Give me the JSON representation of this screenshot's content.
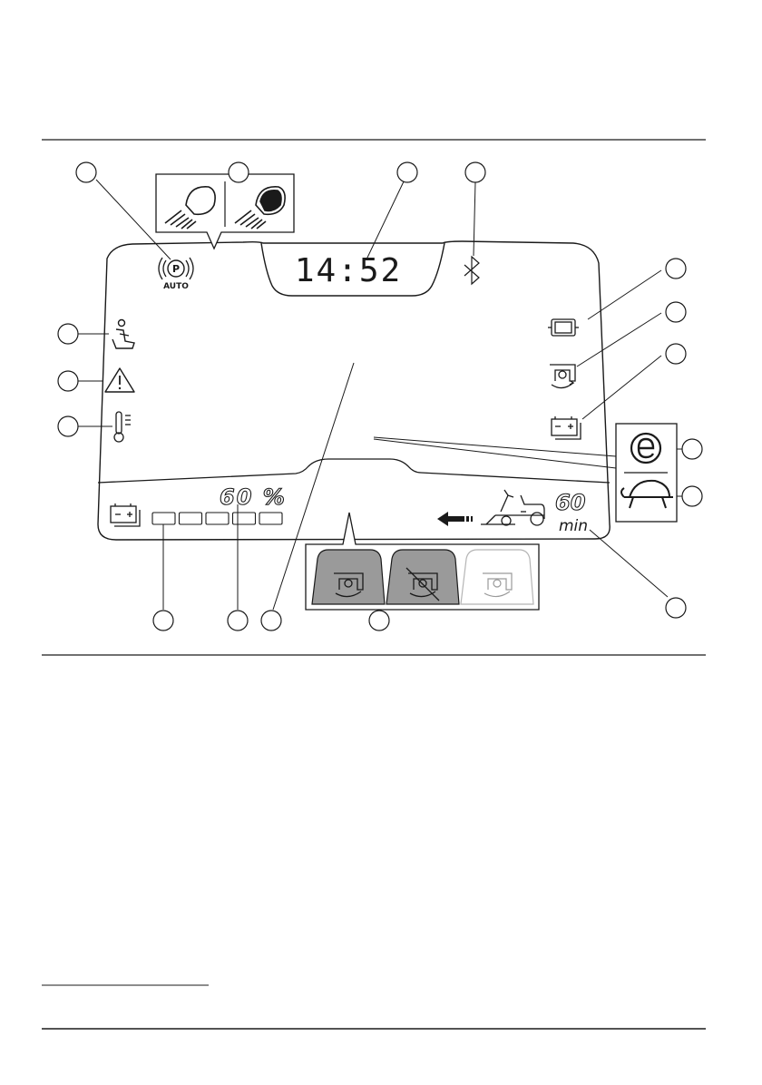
{
  "display": {
    "clock": "14:52",
    "battery_percent_label": "60 %",
    "battery_level": 0.6,
    "battery_segments_total": 5,
    "remaining_time_value": "60",
    "remaining_time_unit": "min",
    "parking_brake_label": "AUTO",
    "parking_brake_letter": "P"
  },
  "icons": {
    "parking_brake": "parking-brake-auto-icon",
    "headlight_off": "headlight-off-icon",
    "headlight_on": "headlight-on-icon",
    "bluetooth": "bluetooth-icon",
    "operator_seat": "operator-seat-icon",
    "warning": "warning-triangle-icon",
    "temperature": "thermometer-icon",
    "battery_small": "battery-cell-icon",
    "blade_drive": "blade-drive-icon",
    "battery_pack": "battery-pack-icon",
    "eco_mode": "eco-mode-icon",
    "turtle_mode": "turtle-mode-icon",
    "mower": "mower-icon",
    "reverse_arrow": "reverse-arrow-icon"
  },
  "colors": {
    "line": "#1a1a1a",
    "button_fill": "#9a9a9a",
    "background": "#ffffff"
  }
}
